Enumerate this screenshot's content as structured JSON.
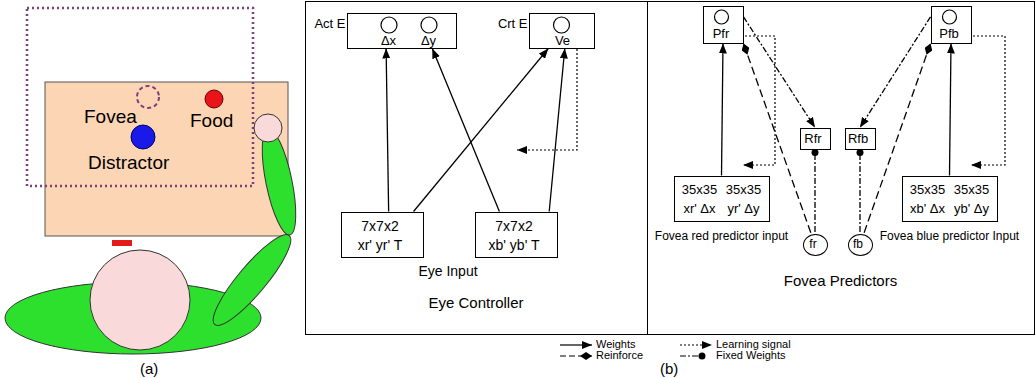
{
  "diagram": {
    "nodes": [
      {
        "text": [
          "Eye Controller"
        ]
      },
      {
        "text": [
          "Act E",
          "Δx",
          "Δy"
        ],
        "in": 0
      },
      {
        "text": [
          "Crt E",
          "Ve"
        ],
        "in": 0
      },
      {
        "text": [
          "7x7x2",
          "xr' yr' T"
        ],
        "in": 0
      },
      {
        "text": [
          "7x7x2",
          "xb' yb' T"
        ],
        "in": 0
      },
      {
        "text": [
          "Fovea Predictors"
        ]
      },
      {
        "text": [
          "Pfr"
        ],
        "in": 5
      },
      {
        "text": [
          "Pfb"
        ],
        "in": 5
      },
      {
        "text": [
          "Rfr"
        ],
        "in": 5
      },
      {
        "text": [
          "Rfb"
        ],
        "in": 5
      },
      {
        "text": [
          "fr"
        ],
        "in": 5
      },
      {
        "text": [
          "fb"
        ],
        "in": 5
      },
      {
        "text": [
          "35x35",
          "xr' Δx",
          "35x35",
          "yr' Δy",
          "Fovea red predictor input"
        ],
        "in": 5
      },
      {
        "text": [
          "35x35",
          "xb' Δx",
          "35x35",
          "yb' Δy",
          "Fovea blue predictor Input"
        ],
        "in": 5
      }
    ],
    "edges": [
      {
        "from": 3,
        "to": 1,
        "arrow": "to"
      },
      {
        "from": 3,
        "to": 2,
        "arrow": "to"
      },
      {
        "from": 4,
        "to": 1,
        "arrow": "to"
      },
      {
        "from": 4,
        "to": 2,
        "arrow": "to"
      },
      {
        "from": 12,
        "to": 6,
        "arrow": "to"
      },
      {
        "from": 13,
        "to": 7,
        "arrow": "to"
      },
      {
        "from": 6,
        "to": 8,
        "arrow": "to"
      },
      {
        "from": 7,
        "to": 9,
        "arrow": "to"
      },
      {
        "from": 10,
        "to": 8,
        "arrow": "to"
      },
      {
        "from": 10,
        "to": 6,
        "arrow": "to"
      },
      {
        "from": 11,
        "to": 9,
        "arrow": "to"
      },
      {
        "from": 11,
        "to": 7,
        "arrow": "to"
      }
    ],
    "labels": [
      "Fovea",
      "Food",
      "Distractor",
      "(a)",
      "Eye Input",
      "(b)"
    ],
    "legend": [
      {
        "text": "Weights"
      },
      {
        "text": "Learning signal"
      },
      {
        "text": "Reinforce"
      },
      {
        "text": "Fixed Weights"
      }
    ]
  }
}
